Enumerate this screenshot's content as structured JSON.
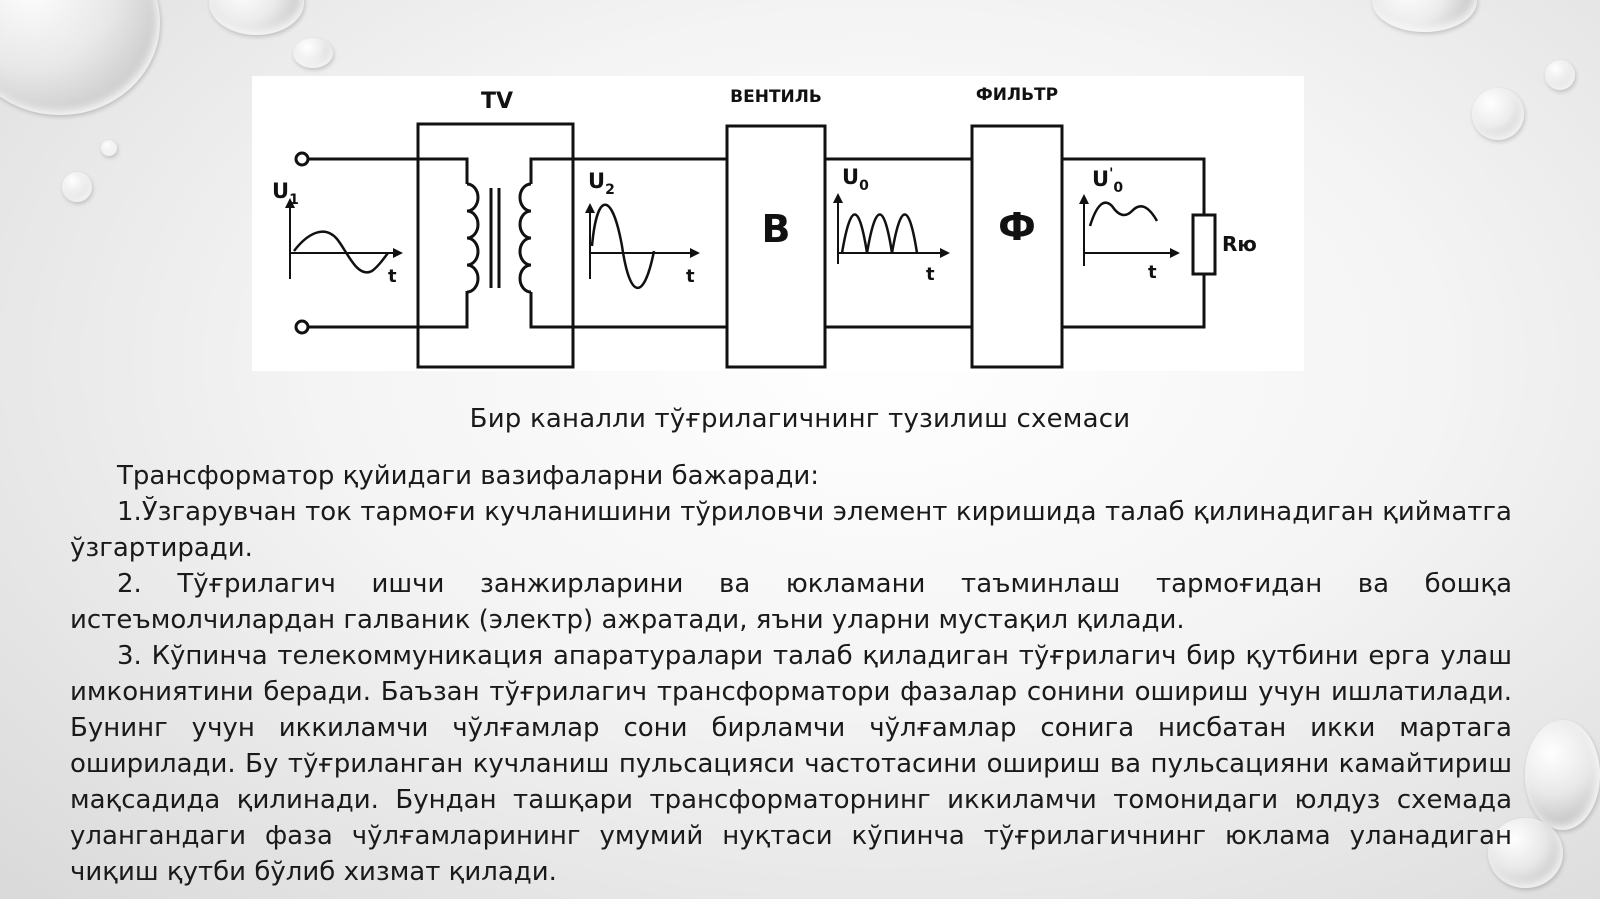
{
  "diagram": {
    "blocks": [
      {
        "id": "transformer",
        "title": "TV"
      },
      {
        "id": "valve",
        "title": "ВЕНТИЛЬ",
        "symbol": "В"
      },
      {
        "id": "filter",
        "title": "ФИЛЬТР",
        "symbol": "Ф"
      }
    ],
    "signals": [
      {
        "label": "U",
        "sub": "1",
        "axis": "t"
      },
      {
        "label": "U",
        "sub": "2",
        "axis": "t"
      },
      {
        "label": "U",
        "sub": "0",
        "axis": "t"
      },
      {
        "label": "U",
        "sub": "0",
        "sup": "'",
        "axis": "t"
      }
    ],
    "load_label": "Rю"
  },
  "caption": "Бир каналли тўғрилагичнинг тузилиш   схемаси",
  "paragraphs": [
    "Трансформатор  қуйидаги вазифаларни бажаради:",
    "1.Ўзгарувчан ток тармоғи  кучланишини тўриловчи элемент киришида талаб қилинадиган қийматга ўзгартиради.",
    "2. Тўғрилагич ишчи занжирларини ва юкламани  таъминлаш тармоғидан ва бошқа истеъмолчилардан галваник (электр) ажратади, яъни уларни мустақил қилади.",
    "3. Кўпинча телекоммуникация апаратуралари талаб қиладиган тўғрилагич бир қутбини ерга улаш имкониятини беради. Баъзан тўғрилагич трансформатори фазалар сонини ошириш учун ишлатилади. Бунинг учун иккиламчи чўлғамлар сони бирламчи  чўлғамлар сонига нисбатан икки мартага оширилади. Бу тўғриланган кучланиш пульсацияси частотасини ошириш ва пульсацияни камайтириш мақсадида қилинади. Бундан ташқари трансформаторнинг иккиламчи томонидаги юлдуз схемада улангандаги фаза чўлғамларининг умумий нуқтаси кўпинча тўғрилагичнинг юклама уланадиган чиқиш қутби бўлиб хизмат қилади."
  ]
}
